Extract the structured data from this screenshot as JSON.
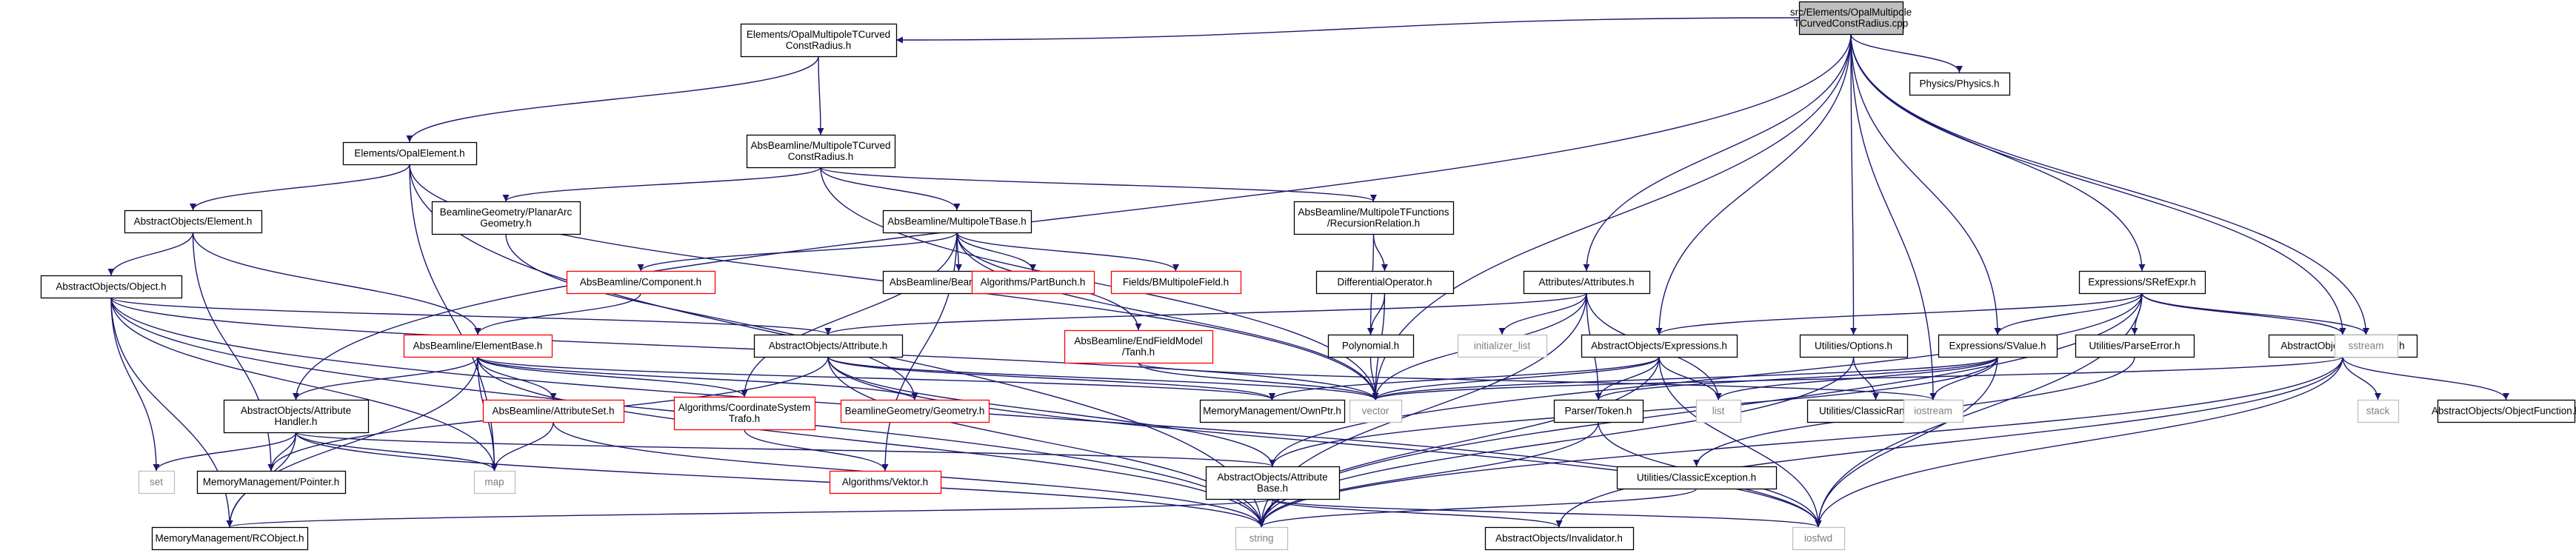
{
  "colors": {
    "edge": "#191970",
    "border_normal": "#000000",
    "border_missing": "#ff0000",
    "border_external": "#bfbfbf",
    "root_fill": "#bfbfbf",
    "node_fill": "#ffffff",
    "text_normal": "#000000",
    "text_missing": "#ff0000",
    "text_external": "#7f7f7f"
  },
  "nodes": {
    "root": {
      "lines": [
        "src/Elements/OpalMultipole",
        "TCurvedConstRadius.cpp"
      ],
      "kind": "root"
    },
    "e_mtccr": {
      "lines": [
        "Elements/OpalMultipoleTCurved",
        "ConstRadius.h"
      ],
      "kind": "normal"
    },
    "physics": {
      "lines": [
        "Physics/Physics.h"
      ],
      "kind": "normal"
    },
    "opalelement": {
      "lines": [
        "Elements/OpalElement.h"
      ],
      "kind": "normal"
    },
    "ab_mtccr": {
      "lines": [
        "AbsBeamline/MultipoleTCurved",
        "ConstRadius.h"
      ],
      "kind": "normal"
    },
    "ao_element": {
      "lines": [
        "AbstractObjects/Element.h"
      ],
      "kind": "normal"
    },
    "planararc": {
      "lines": [
        "BeamlineGeometry/PlanarArc",
        "Geometry.h"
      ],
      "kind": "normal"
    },
    "mtbase": {
      "lines": [
        "AbsBeamline/MultipoleTBase.h"
      ],
      "kind": "normal"
    },
    "mtfunc": {
      "lines": [
        "AbsBeamline/MultipoleTFunctions",
        "/RecursionRelation.h"
      ],
      "kind": "normal"
    },
    "ao_object": {
      "lines": [
        "AbstractObjects/Object.h"
      ],
      "kind": "normal"
    },
    "component": {
      "lines": [
        "AbsBeamline/Component.h"
      ],
      "kind": "missing"
    },
    "bvisitor": {
      "lines": [
        "AbsBeamline/BeamlineVisitor.h"
      ],
      "kind": "normal"
    },
    "partbunch": {
      "lines": [
        "Algorithms/PartBunch.h"
      ],
      "kind": "missing"
    },
    "bmultfield": {
      "lines": [
        "Fields/BMultipoleField.h"
      ],
      "kind": "missing"
    },
    "diffop": {
      "lines": [
        "DifferentialOperator.h"
      ],
      "kind": "normal"
    },
    "attributes": {
      "lines": [
        "Attributes/Attributes.h"
      ],
      "kind": "normal"
    },
    "srefexpr": {
      "lines": [
        "Expressions/SRefExpr.h"
      ],
      "kind": "normal"
    },
    "elementbase": {
      "lines": [
        "AbsBeamline/ElementBase.h"
      ],
      "kind": "missing"
    },
    "ao_attribute": {
      "lines": [
        "AbstractObjects/Attribute.h"
      ],
      "kind": "normal"
    },
    "tanh": {
      "lines": [
        "AbsBeamline/EndFieldModel",
        "/Tanh.h"
      ],
      "kind": "missing"
    },
    "polynomial": {
      "lines": [
        "Polynomial.h"
      ],
      "kind": "normal"
    },
    "initlist": {
      "lines": [
        "initializer_list"
      ],
      "kind": "external"
    },
    "expressions": {
      "lines": [
        "AbstractObjects/Expressions.h"
      ],
      "kind": "normal"
    },
    "options": {
      "lines": [
        "Utilities/Options.h"
      ],
      "kind": "normal"
    },
    "svalue": {
      "lines": [
        "Expressions/SValue.h"
      ],
      "kind": "normal"
    },
    "parseerror": {
      "lines": [
        "Utilities/ParseError.h"
      ],
      "kind": "normal"
    },
    "opaldata": {
      "lines": [
        "AbstractObjects/OpalData.h"
      ],
      "kind": "normal"
    },
    "sstream": {
      "lines": [
        "sstream"
      ],
      "kind": "external"
    },
    "ao_attrhandler": {
      "lines": [
        "AbstractObjects/Attribute",
        "Handler.h"
      ],
      "kind": "normal"
    },
    "attributeset": {
      "lines": [
        "AbsBeamline/AttributeSet.h"
      ],
      "kind": "missing"
    },
    "coordsys": {
      "lines": [
        "Algorithms/CoordinateSystem",
        "Trafo.h"
      ],
      "kind": "missing"
    },
    "geometry": {
      "lines": [
        "BeamlineGeometry/Geometry.h"
      ],
      "kind": "missing"
    },
    "ownptr": {
      "lines": [
        "MemoryManagement/OwnPtr.h"
      ],
      "kind": "normal"
    },
    "vector": {
      "lines": [
        "vector"
      ],
      "kind": "external"
    },
    "parsertoken": {
      "lines": [
        "Parser/Token.h"
      ],
      "kind": "normal"
    },
    "list": {
      "lines": [
        "list"
      ],
      "kind": "external"
    },
    "classicrandom": {
      "lines": [
        "Utilities/ClassicRandom.h"
      ],
      "kind": "normal"
    },
    "iostream": {
      "lines": [
        "iostream"
      ],
      "kind": "external"
    },
    "stack": {
      "lines": [
        "stack"
      ],
      "kind": "external"
    },
    "objectfunction": {
      "lines": [
        "AbstractObjects/ObjectFunction.h"
      ],
      "kind": "normal"
    },
    "set": {
      "lines": [
        "set"
      ],
      "kind": "external"
    },
    "pointer": {
      "lines": [
        "MemoryManagement/Pointer.h"
      ],
      "kind": "normal"
    },
    "map": {
      "lines": [
        "map"
      ],
      "kind": "external"
    },
    "vektor": {
      "lines": [
        "Algorithms/Vektor.h"
      ],
      "kind": "missing"
    },
    "attrbase": {
      "lines": [
        "AbstractObjects/Attribute",
        "Base.h"
      ],
      "kind": "normal"
    },
    "classicexception": {
      "lines": [
        "Utilities/ClassicException.h"
      ],
      "kind": "normal"
    },
    "rcobject": {
      "lines": [
        "MemoryManagement/RCObject.h"
      ],
      "kind": "normal"
    },
    "string": {
      "lines": [
        "string"
      ],
      "kind": "external"
    },
    "invalidator": {
      "lines": [
        "AbstractObjects/Invalidator.h"
      ],
      "kind": "normal"
    },
    "iosfwd": {
      "lines": [
        "iosfwd"
      ],
      "kind": "external"
    }
  },
  "edges": [
    [
      "root",
      "e_mtccr"
    ],
    [
      "root",
      "physics"
    ],
    [
      "root",
      "ao_attrhandler"
    ],
    [
      "root",
      "attributes"
    ],
    [
      "root",
      "expressions"
    ],
    [
      "root",
      "options"
    ],
    [
      "root",
      "svalue"
    ],
    [
      "root",
      "srefexpr"
    ],
    [
      "root",
      "opaldata"
    ],
    [
      "root",
      "vector"
    ],
    [
      "root",
      "iostream"
    ],
    [
      "root",
      "sstream"
    ],
    [
      "e_mtccr",
      "opalelement"
    ],
    [
      "e_mtccr",
      "ab_mtccr"
    ],
    [
      "opalelement",
      "ao_element"
    ],
    [
      "opalelement",
      "map"
    ],
    [
      "opalelement",
      "string"
    ],
    [
      "opalelement",
      "vector"
    ],
    [
      "ab_mtccr",
      "planararc"
    ],
    [
      "ab_mtccr",
      "mtbase"
    ],
    [
      "ab_mtccr",
      "mtfunc"
    ],
    [
      "ab_mtccr",
      "vector"
    ],
    [
      "ao_element",
      "ao_object"
    ],
    [
      "ao_element",
      "elementbase"
    ],
    [
      "ao_element",
      "pointer"
    ],
    [
      "planararc",
      "geometry"
    ],
    [
      "mtbase",
      "component"
    ],
    [
      "mtbase",
      "bvisitor"
    ],
    [
      "mtbase",
      "partbunch"
    ],
    [
      "mtbase",
      "bmultfield"
    ],
    [
      "mtbase",
      "tanh"
    ],
    [
      "mtbase",
      "vector"
    ],
    [
      "mtbase",
      "vektor"
    ],
    [
      "mtbase",
      "coordsys"
    ],
    [
      "mtfunc",
      "diffop"
    ],
    [
      "mtfunc",
      "polynomial"
    ],
    [
      "ao_object",
      "ao_attribute"
    ],
    [
      "ao_object",
      "rcobject"
    ],
    [
      "ao_object",
      "set"
    ],
    [
      "ao_object",
      "map"
    ],
    [
      "ao_object",
      "string"
    ],
    [
      "ao_object",
      "vector"
    ],
    [
      "ao_object",
      "iosfwd"
    ],
    [
      "component",
      "elementbase"
    ],
    [
      "diffop",
      "polynomial"
    ],
    [
      "diffop",
      "vector"
    ],
    [
      "polynomial",
      "vector"
    ],
    [
      "attributes",
      "ao_attribute"
    ],
    [
      "attributes",
      "initlist"
    ],
    [
      "attributes",
      "parsertoken"
    ],
    [
      "attributes",
      "list"
    ],
    [
      "attributes",
      "string"
    ],
    [
      "attributes",
      "vector"
    ],
    [
      "srefexpr",
      "expressions"
    ],
    [
      "srefexpr",
      "svalue"
    ],
    [
      "srefexpr",
      "parseerror"
    ],
    [
      "srefexpr",
      "opaldata"
    ],
    [
      "srefexpr",
      "sstream"
    ],
    [
      "srefexpr",
      "iosfwd"
    ],
    [
      "srefexpr",
      "attrbase"
    ],
    [
      "srefexpr",
      "string"
    ],
    [
      "elementbase",
      "attributeset"
    ],
    [
      "elementbase",
      "coordsys"
    ],
    [
      "elementbase",
      "geometry"
    ],
    [
      "elementbase",
      "map"
    ],
    [
      "elementbase",
      "string"
    ],
    [
      "elementbase",
      "ownptr"
    ],
    [
      "elementbase",
      "rcobject"
    ],
    [
      "elementbase",
      "ao_attrhandler"
    ],
    [
      "ao_attribute",
      "attrbase"
    ],
    [
      "ao_attribute",
      "ownptr"
    ],
    [
      "ao_attribute",
      "pointer"
    ],
    [
      "ao_attribute",
      "string"
    ],
    [
      "ao_attribute",
      "vector"
    ],
    [
      "ao_attribute",
      "iosfwd"
    ],
    [
      "tanh",
      "iostream"
    ],
    [
      "tanh",
      "vector"
    ],
    [
      "expressions",
      "parsertoken"
    ],
    [
      "expressions",
      "list"
    ],
    [
      "expressions",
      "ownptr"
    ],
    [
      "expressions",
      "string"
    ],
    [
      "expressions",
      "vector"
    ],
    [
      "expressions",
      "iosfwd"
    ],
    [
      "options",
      "classicrandom"
    ],
    [
      "options",
      "string"
    ],
    [
      "svalue",
      "parsertoken"
    ],
    [
      "svalue",
      "attrbase"
    ],
    [
      "svalue",
      "list"
    ],
    [
      "svalue",
      "iosfwd"
    ],
    [
      "svalue",
      "iostream"
    ],
    [
      "svalue",
      "vector"
    ],
    [
      "parseerror",
      "classicexception"
    ],
    [
      "opaldata",
      "stack"
    ],
    [
      "opaldata",
      "objectfunction"
    ],
    [
      "opaldata",
      "vector"
    ],
    [
      "opaldata",
      "string"
    ],
    [
      "opaldata",
      "iosfwd"
    ],
    [
      "opaldata",
      "invalidator"
    ],
    [
      "ao_attrhandler",
      "pointer"
    ],
    [
      "ao_attrhandler",
      "rcobject"
    ],
    [
      "ao_attrhandler",
      "set"
    ],
    [
      "ao_attrhandler",
      "map"
    ],
    [
      "ao_attrhandler",
      "string"
    ],
    [
      "ao_attrhandler",
      "attrbase"
    ],
    [
      "attributeset",
      "map"
    ],
    [
      "attributeset",
      "string"
    ],
    [
      "coordsys",
      "vektor"
    ],
    [
      "parsertoken",
      "string"
    ],
    [
      "parsertoken",
      "iosfwd"
    ],
    [
      "attrbase",
      "rcobject"
    ],
    [
      "attrbase",
      "string"
    ],
    [
      "attrbase",
      "iosfwd"
    ],
    [
      "attrbase",
      "invalidator"
    ],
    [
      "classicexception",
      "string"
    ]
  ]
}
